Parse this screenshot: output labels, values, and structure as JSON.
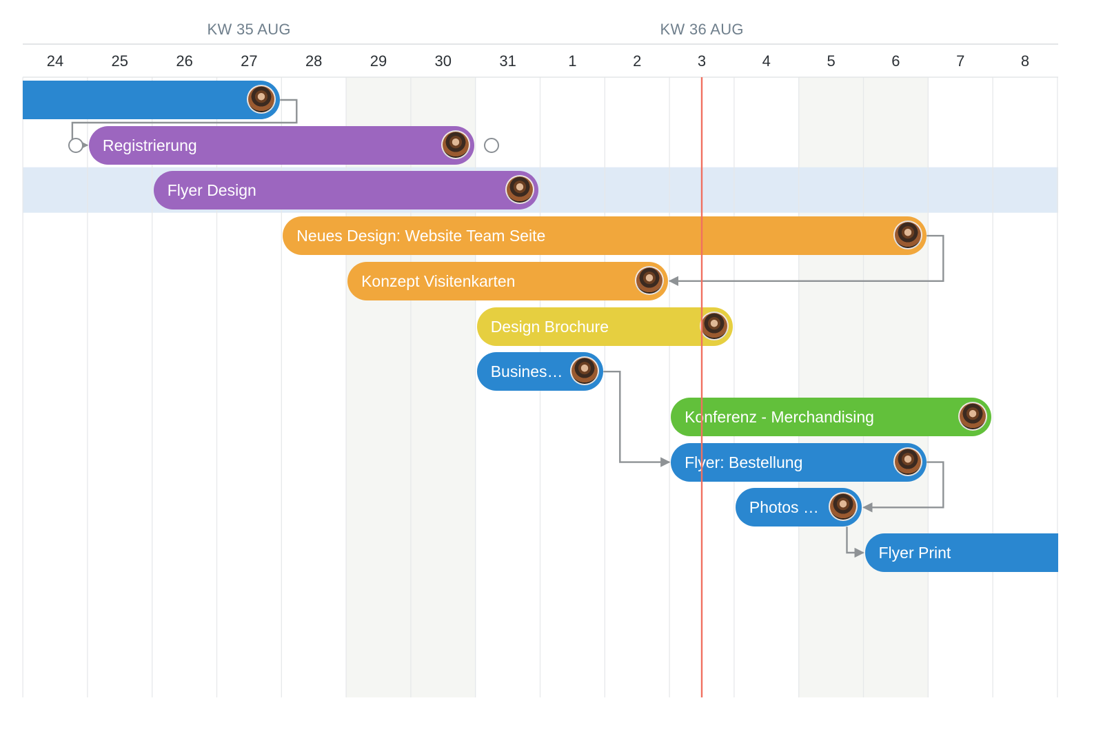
{
  "header": {
    "weeks": [
      {
        "label": "KW 35 AUG"
      },
      {
        "label": "KW 36 AUG"
      }
    ],
    "days": [
      "24",
      "25",
      "26",
      "27",
      "28",
      "29",
      "30",
      "31",
      "1",
      "2",
      "3",
      "4",
      "5",
      "6",
      "7",
      "8"
    ]
  },
  "colors": {
    "blue": "#2a87d0",
    "purple": "#9c66bf",
    "orange": "#f1a73c",
    "yellow": "#e6cf40",
    "green": "#62c03b",
    "today_line": "#f07060",
    "weekend_shade": "#f5f6f3",
    "selected_row": "#dfeaf6",
    "grid_line": "#e6e8ea",
    "dependency_line": "#8e9295"
  },
  "today": "3",
  "tasks": [
    {
      "id": "t0",
      "label": "",
      "color": "blue",
      "start": "24",
      "end": "27",
      "continues_left": true,
      "continues_right": false
    },
    {
      "id": "t1",
      "label": "Registrierung",
      "color": "purple",
      "start": "25",
      "end": "30",
      "selected": true
    },
    {
      "id": "t2",
      "label": "Flyer Design",
      "color": "purple",
      "start": "26",
      "end": "31"
    },
    {
      "id": "t3",
      "label": "Neues Design: Website Team Seite",
      "color": "orange",
      "start": "28",
      "end": "6"
    },
    {
      "id": "t4",
      "label": "Konzept Visitenkarten",
      "color": "orange",
      "start": "29",
      "end": "2"
    },
    {
      "id": "t5",
      "label": "Design Brochure",
      "color": "yellow",
      "start": "31",
      "end": "3"
    },
    {
      "id": "t6",
      "label": "Busines…",
      "color": "blue",
      "start": "31",
      "end": "1"
    },
    {
      "id": "t7",
      "label": "Konferenz - Merchandising",
      "color": "green",
      "start": "3",
      "end": "7"
    },
    {
      "id": "t8",
      "label": "Flyer: Bestellung",
      "color": "blue",
      "start": "3",
      "end": "6"
    },
    {
      "id": "t9",
      "label": "Photos …",
      "color": "blue",
      "start": "4",
      "end": "5"
    },
    {
      "id": "t10",
      "label": "Flyer Print",
      "color": "blue",
      "start": "6",
      "end": "8",
      "continues_left": false,
      "continues_right": true
    }
  ],
  "dependencies": [
    {
      "from": "t0",
      "to": "t1"
    },
    {
      "from": "t3",
      "to": "t4"
    },
    {
      "from": "t6",
      "to": "t8"
    },
    {
      "from": "t8",
      "to": "t9"
    },
    {
      "from": "t9",
      "to": "t10"
    }
  ]
}
